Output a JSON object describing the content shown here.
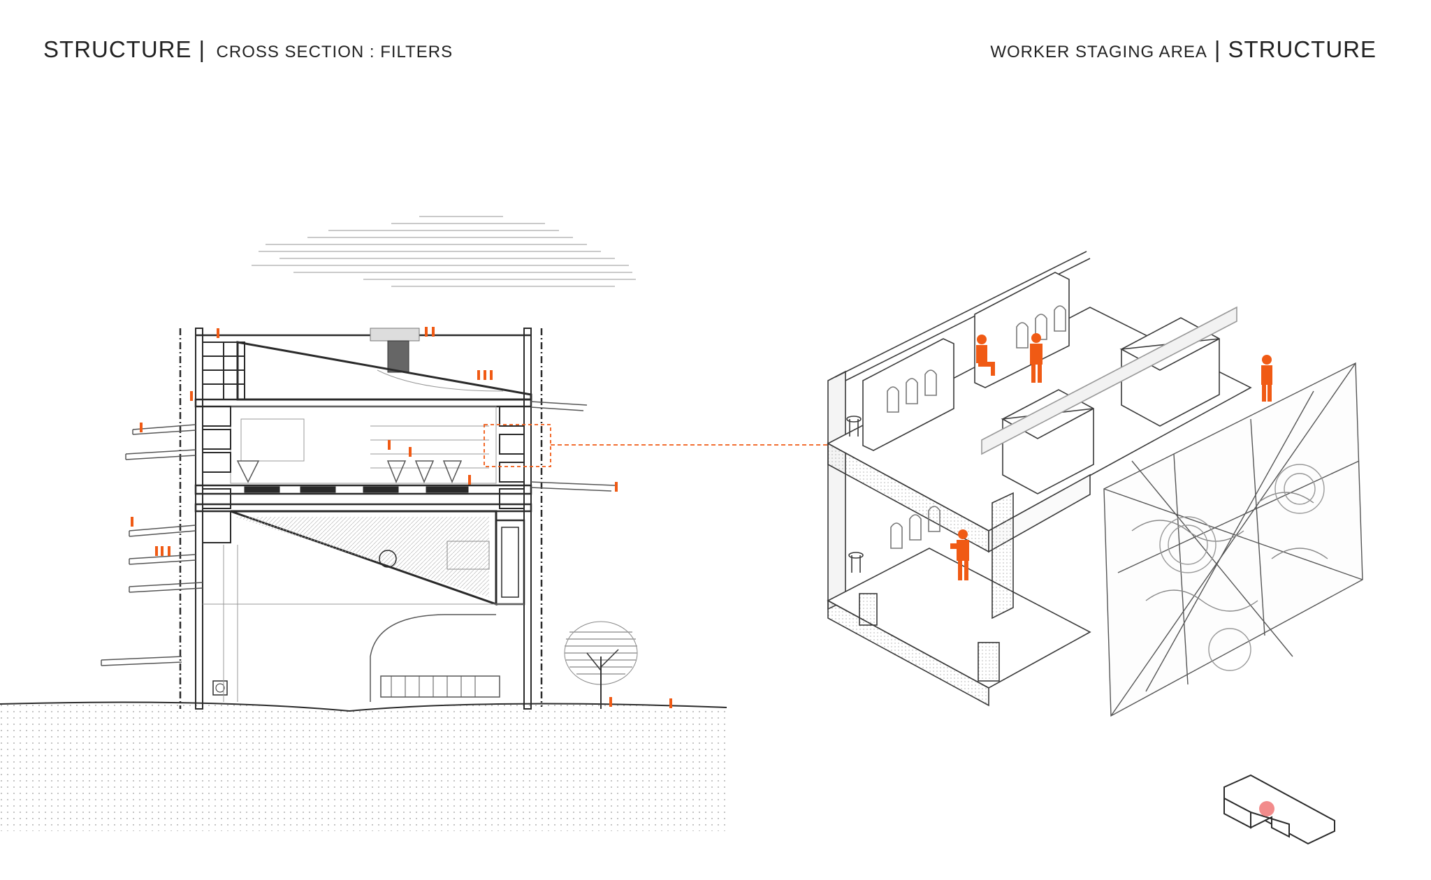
{
  "header_left": {
    "main": "STRUCTURE",
    "sub": "CROSS SECTION : FILTERS"
  },
  "header_right": {
    "sub": "WORKER STAGING AREA",
    "main": "STRUCTURE"
  },
  "colors": {
    "accent": "#f05a14",
    "line": "#2a2a2a",
    "light": "#9a9a9a",
    "locator": "#f28b8b"
  }
}
